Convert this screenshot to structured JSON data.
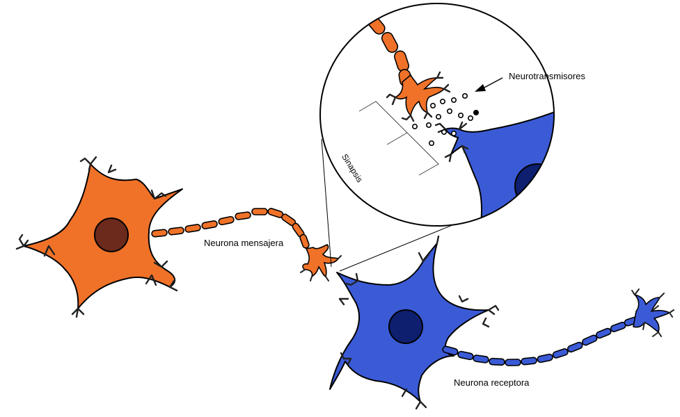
{
  "labels": {
    "messenger": "Neurona mensajera",
    "receiver": "Neurona receptora",
    "neurotransmitters": "Neurotransmisores",
    "synapse": "Sinapsis"
  },
  "colors": {
    "messenger_body": "#f07228",
    "messenger_nucleus": "#6b2a1c",
    "receiver_body": "#3b5bd6",
    "receiver_nucleus": "#0d1f6e",
    "outline": "#000000",
    "dendrite_tips": "#222222"
  }
}
